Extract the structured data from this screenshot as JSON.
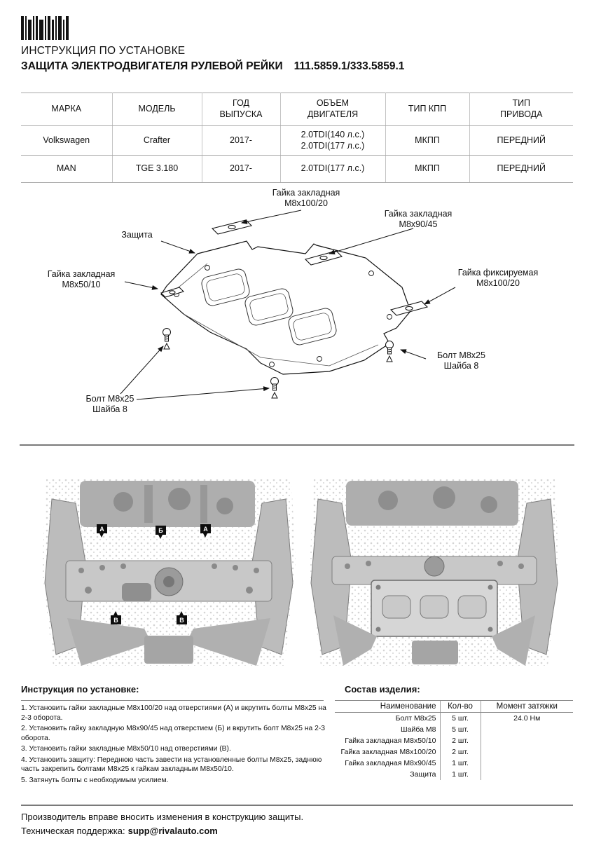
{
  "header": {
    "title": "ИНСТРУКЦИЯ ПО УСТАНОВКЕ",
    "subtitle": "ЗАЩИТА ЭЛЕКТРОДВИГАТЕЛЯ РУЛЕВОЙ РЕЙКИ",
    "article": "111.5859.1/333.5859.1"
  },
  "spec_table": {
    "headers": [
      "МАРКА",
      "МОДЕЛЬ",
      "ГОД\nВЫПУСКА",
      "ОБЪЕМ\nДВИГАТЕЛЯ",
      "ТИП КПП",
      "ТИП\nПРИВОДА"
    ],
    "rows": [
      [
        "Volkswagen",
        "Crafter",
        "2017-",
        "2.0TDI(140 л.с.)\n2.0TDI(177 л.с.)",
        "МКПП",
        "ПЕРЕДНИЙ"
      ],
      [
        "MAN",
        "TGE 3.180",
        "2017-",
        "2.0TDI(177 л.с.)",
        "МКПП",
        "ПЕРЕДНИЙ"
      ]
    ]
  },
  "diagram": {
    "labels": {
      "nut_m8x100_20": {
        "l1": "Гайка закладная",
        "l2": "М8х100/20"
      },
      "nut_m8x90_45": {
        "l1": "Гайка закладная",
        "l2": "М8х90/45"
      },
      "shield": {
        "l1": "Защита"
      },
      "nut_m8x50_10": {
        "l1": "Гайка закладная",
        "l2": "М8х50/10"
      },
      "nut_fixed_m8x100_20": {
        "l1": "Гайка фиксируемая",
        "l2": "М8х100/20"
      },
      "bolt_right": {
        "l1": "Болт М8х25",
        "l2": "Шайба 8"
      },
      "bolt_left": {
        "l1": "Болт М8х25",
        "l2": "Шайба 8"
      }
    }
  },
  "photos": {
    "markers": [
      "А",
      "Б",
      "А",
      "В",
      "В"
    ]
  },
  "install": {
    "heading": "Инструкция по установке:",
    "steps": [
      " 1. Установить гайки закладные М8х100/20 над отверстиями (А) и вкрутить болты М8х25 на 2-3 оборота.",
      " 2. Установить гайку закладную М8х90/45 над отверстием (Б) и вкрутить болт М8х25 на 2-3 оборота.",
      " 3. Установить гайки закладные М8х50/10 над отверстиями (В).",
      " 4. Установить защиту: Переднюю часть завести на установленные болты М8х25, заднюю часть закрепить болтами М8х25 к гайкам закладным М8х50/10.",
      " 5. Затянуть болты с необходимым усилием."
    ]
  },
  "parts": {
    "heading": "Состав изделия:",
    "col_name": "Наименование",
    "col_qty": "Кол-во",
    "col_torque": "Момент затяжки",
    "rows": [
      {
        "name": "Болт М8х25",
        "qty": "5 шт.",
        "torque": "24.0 Нм"
      },
      {
        "name": "Шайба М8",
        "qty": "5 шт.",
        "torque": ""
      },
      {
        "name": "Гайка закладная М8х50/10",
        "qty": "2 шт.",
        "torque": ""
      },
      {
        "name": "Гайка закладная М8х100/20",
        "qty": "2 шт.",
        "torque": ""
      },
      {
        "name": "Гайка закладная М8х90/45",
        "qty": "1 шт.",
        "torque": ""
      },
      {
        "name": "Защита",
        "qty": "1 шт.",
        "torque": ""
      }
    ]
  },
  "footer": {
    "note": "Производитель вправе вносить изменения в конструкцию защиты.",
    "support_label": "Техническая поддержка:",
    "support_email": "supp@rivalauto.com"
  }
}
